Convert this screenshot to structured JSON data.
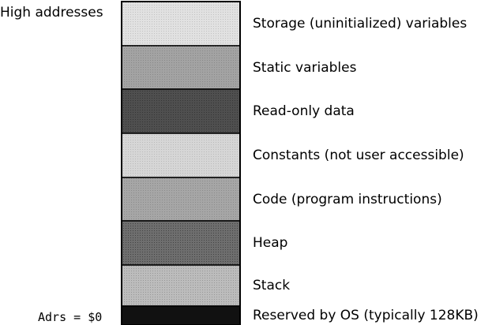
{
  "side_labels": {
    "high": "High addresses",
    "low": "Adrs = $0"
  },
  "segments": [
    {
      "label": "Storage (uninitialized) variables",
      "fill": "#e1e1e1",
      "texture": "dots-light"
    },
    {
      "label": "Static variables",
      "fill": "#a3a3a3",
      "texture": "dots"
    },
    {
      "label": "Read-only data",
      "fill": "#4f4f4f",
      "texture": "dots-dark"
    },
    {
      "label": "Constants (not user accessible)",
      "fill": "#d6d6d6",
      "texture": "dots-light"
    },
    {
      "label": "Code (program instructions)",
      "fill": "#a6a6a6",
      "texture": "dots"
    },
    {
      "label": "Heap",
      "fill": "#6e6e6e",
      "texture": "dots-dark"
    },
    {
      "label": "Stack",
      "fill": "#bcbcbc",
      "texture": "dots"
    },
    {
      "label": "Reserved by OS (typically 128KB)",
      "fill": "#111111",
      "texture": "none"
    }
  ]
}
